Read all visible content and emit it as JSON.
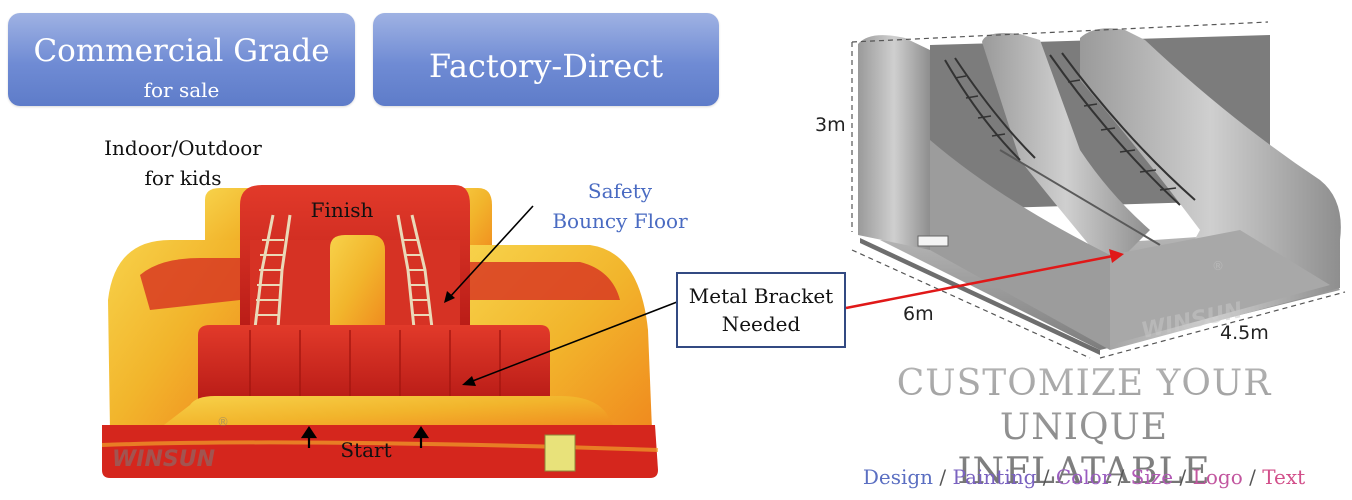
{
  "badges": {
    "commercial_main": "Commercial Grade",
    "commercial_sub": "for sale",
    "factory": "Factory-Direct"
  },
  "labels": {
    "indoor_line1": "Indoor/Outdoor",
    "indoor_line2": "for kids",
    "finish": "Finish",
    "start": "Start",
    "safety_line1": "Safety",
    "safety_line2": "Bouncy Floor",
    "bracket_line1": "Metal Bracket",
    "bracket_line2": "Needed"
  },
  "dimensions": {
    "height": "3m",
    "length": "6m",
    "width": "4.5m"
  },
  "brand": {
    "logo_text": "WINSUN",
    "registered": "®"
  },
  "headline": {
    "line1": "CUSTOMIZE YOUR UNIQUE",
    "line2": "INFLATABLE"
  },
  "services": [
    {
      "text": "Design",
      "color": "#5b6fc2"
    },
    {
      "text": "Painting",
      "color": "#7a62c0"
    },
    {
      "text": "Color",
      "color": "#9a5cc0"
    },
    {
      "text": "Size",
      "color": "#b25bb6"
    },
    {
      "text": "Logo",
      "color": "#c2569f"
    },
    {
      "text": "Text",
      "color": "#d24f8a"
    }
  ],
  "service_separator": " / ",
  "colors": {
    "badge_blue": "#6f8bd4",
    "inflatable_red": "#d42a22",
    "inflatable_yellow": "#f4c233",
    "arrow_red": "#e01818",
    "model_gray": "#8a8a8a"
  }
}
